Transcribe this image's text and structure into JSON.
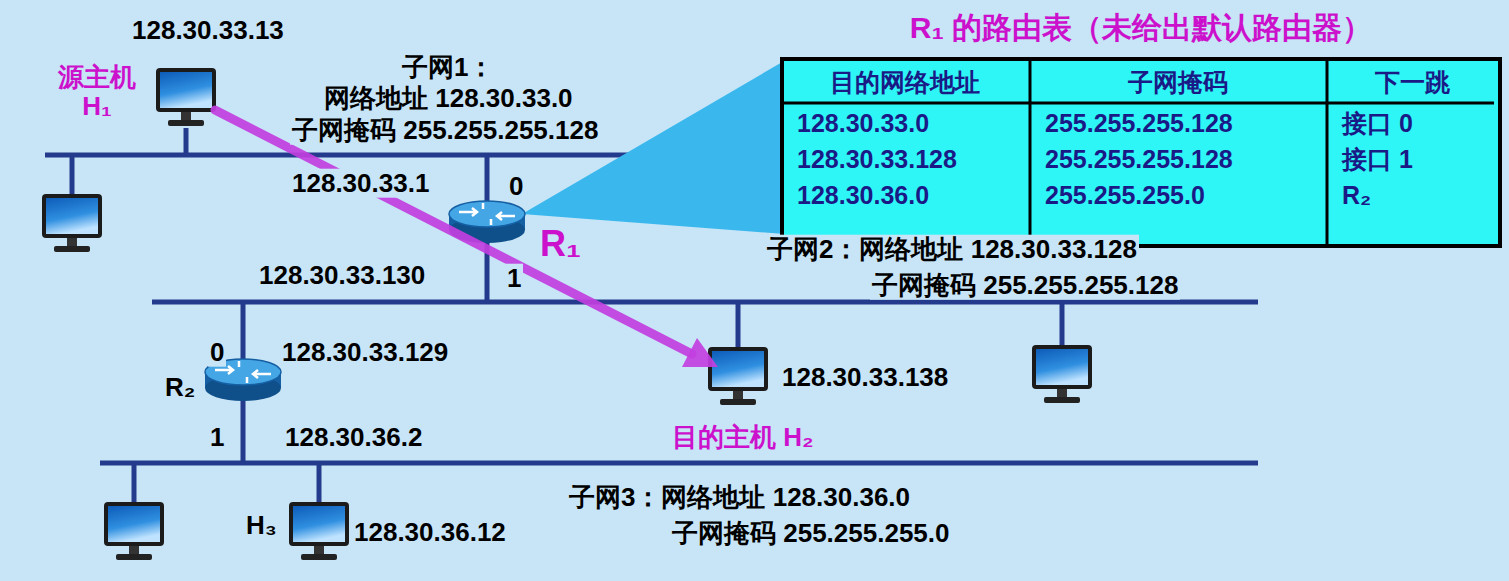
{
  "diagram": {
    "nodes": [
      {
        "text": [
          "R₁ 的路由表（未给出默认路由器）"
        ]
      }
    ],
    "labels": [
      "128.30.33.13",
      "源主机 H₁",
      "子网1：",
      "网络地址 128.30.33.0",
      "子网掩码 255.255.255.128",
      "128.30.33.1",
      "0",
      "R₁",
      "128.30.33.130",
      "1",
      "子网2：网络地址 128.30.33.128",
      "子网掩码 255.255.255.128",
      "0",
      "128.30.33.129",
      "R₂",
      "1",
      "128.30.36.2",
      "128.30.33.138",
      "目的主机 H₂",
      "H₃",
      "128.30.36.12",
      "子网3：网络地址 128.30.36.0",
      "子网掩码 255.255.255.0",
      "目的网络地址",
      "子网掩码",
      "下一跳",
      "128.30.33.0",
      "255.255.255.128",
      "接口 0",
      "128.30.33.128",
      "255.255.255.128",
      "接口 1",
      "128.30.36.0",
      "255.255.255.0",
      "R₂"
    ]
  }
}
